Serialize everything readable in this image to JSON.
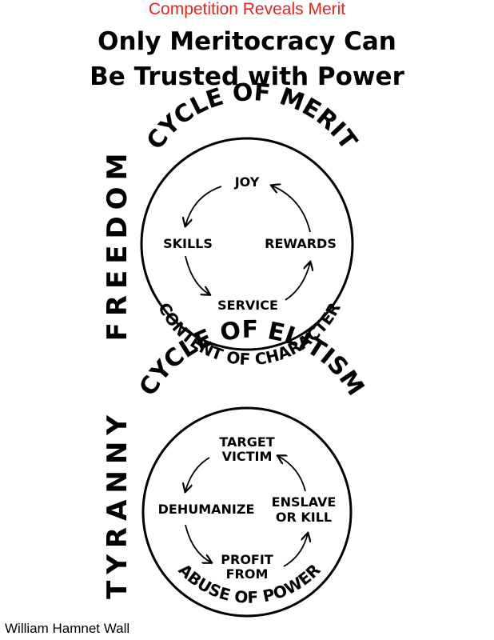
{
  "header": {
    "tagline": "Competition Reveals Merit",
    "tagline_color": "#e8241c",
    "title_line1": "Only Meritocracy Can",
    "title_line2": "Be Trusted with Power"
  },
  "top_cycle": {
    "side_label": "FREEDOM",
    "arc_top": "CYCLE OF MERIT",
    "arc_bottom": "CONTENT OF CHARACTER",
    "node_top": "JOY",
    "node_left": "SKILLS",
    "node_right": "REWARDS",
    "node_bottom": "SERVICE"
  },
  "bottom_cycle": {
    "side_label": "TYRANNY",
    "arc_top": "CYCLE OF ELITISM",
    "arc_bottom": "ABUSE OF POWER",
    "node_top_line1": "TARGET",
    "node_top_line2": "VICTIM",
    "node_left": "DEHUMANIZE",
    "node_right_line1": "ENSLAVE",
    "node_right_line2": "OR KILL",
    "node_bottom_line1": "PROFIT",
    "node_bottom_line2": "FROM"
  },
  "footer": {
    "credit": "William Hamnet Wall"
  }
}
